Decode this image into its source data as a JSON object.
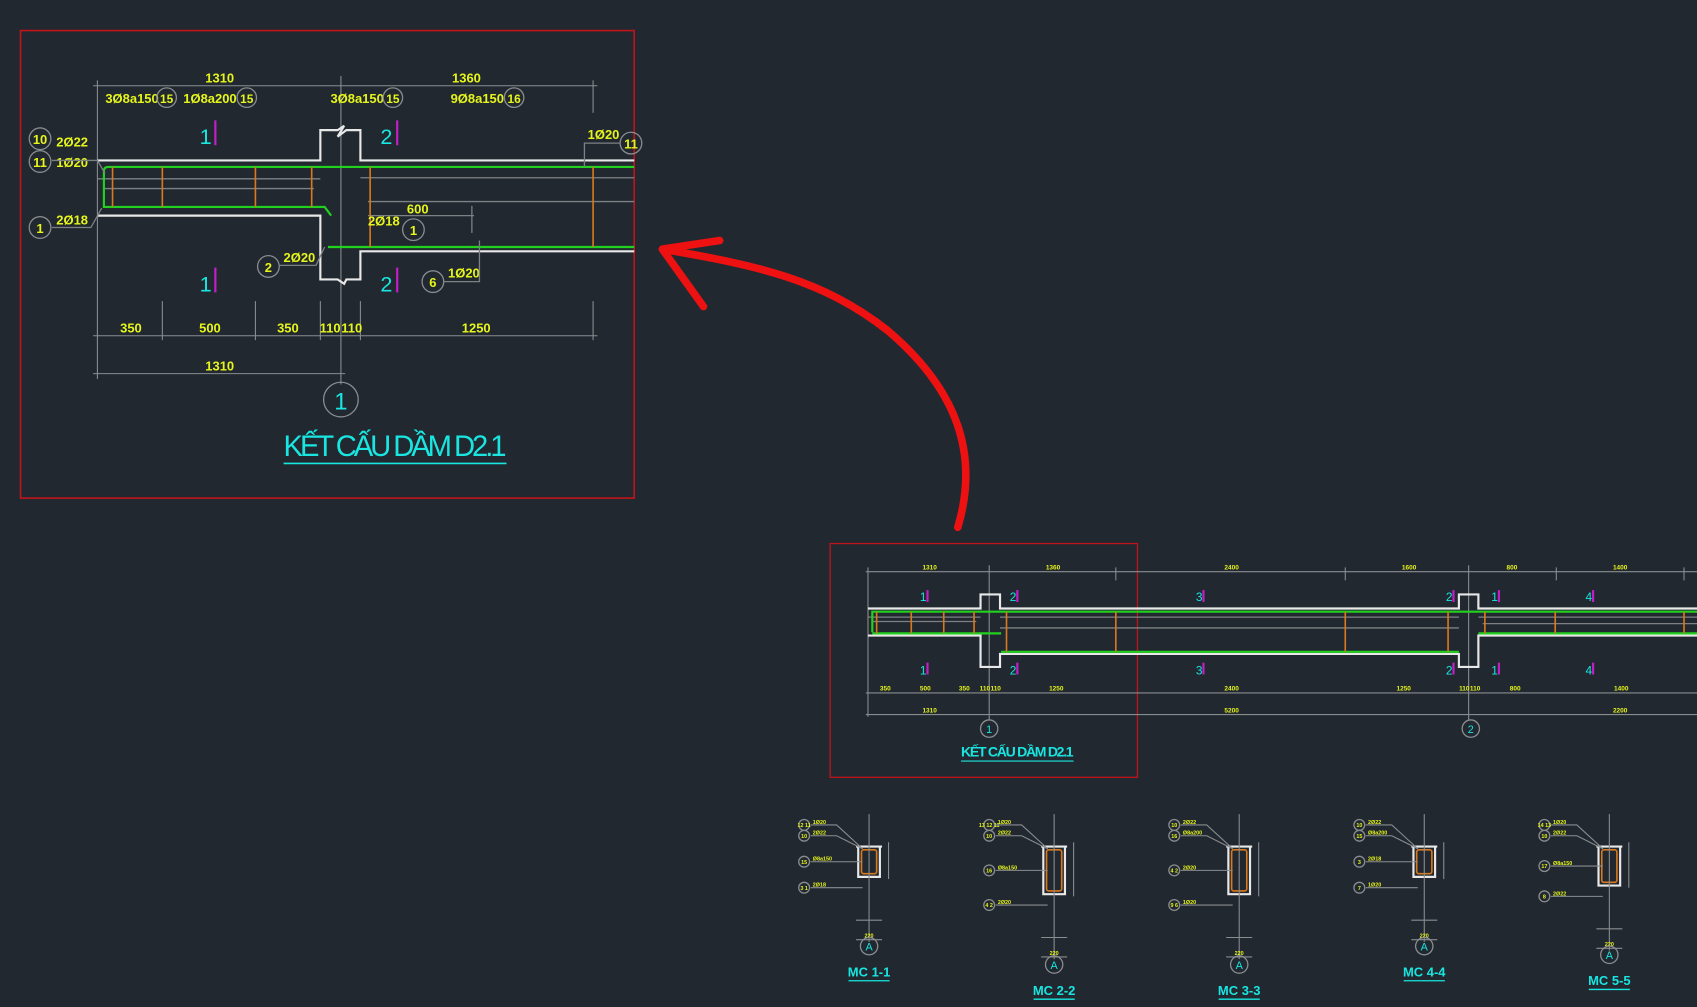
{
  "detail": {
    "title": "KẾT CẤU DẦM D2.1",
    "axis_label": "1",
    "top_dims": [
      "1310",
      "1360"
    ],
    "stirrups": [
      {
        "text": "3Ø8a150",
        "mark": "15"
      },
      {
        "text": "1Ø8a200",
        "mark": "15"
      },
      {
        "text": "3Ø8a150",
        "mark": "15"
      },
      {
        "text": "9Ø8a150",
        "mark": "16"
      }
    ],
    "section_marks": [
      "1",
      "2"
    ],
    "rebar_labels": [
      {
        "mark": "10",
        "text": "2Ø22"
      },
      {
        "mark": "11",
        "text": "1Ø20"
      },
      {
        "mark": "1",
        "text": "2Ø18"
      },
      {
        "mark": "2",
        "text": "2Ø20"
      },
      {
        "mark": "1",
        "text": "2Ø18"
      },
      {
        "mark": "6",
        "text": "1Ø20"
      },
      {
        "mark": "11",
        "text": "1Ø20"
      }
    ],
    "anchor_length": "600",
    "bottom_dims": [
      "350",
      "500",
      "350",
      "110",
      "110",
      "1250"
    ],
    "total_dim": "1310"
  },
  "overview": {
    "title": "KẾT CẤU DẦM D2.1",
    "axes": [
      "1",
      "2"
    ],
    "top_dims": [
      "1310",
      "1360",
      "2400",
      "1600",
      "800",
      "1400"
    ],
    "section_marks": [
      "1",
      "2",
      "3",
      "2",
      "1",
      "4"
    ],
    "bottom_dims": [
      "350",
      "500",
      "350",
      "110",
      "110",
      "1250",
      "2400",
      "1250",
      "110",
      "110",
      "800",
      "1400"
    ],
    "span_dims": [
      "1310",
      "5200",
      "2200"
    ]
  },
  "sections": [
    {
      "title": "MC 1-1",
      "axis": "A",
      "width": "220",
      "labels": [
        {
          "mark": "12 11",
          "text": "1Ø20"
        },
        {
          "mark": "10",
          "text": "2Ø22"
        },
        {
          "mark": "15",
          "text": "Ø8a150"
        },
        {
          "mark": "3 1",
          "text": "2Ø18"
        }
      ]
    },
    {
      "title": "MC 2-2",
      "axis": "A",
      "width": "220",
      "labels": [
        {
          "mark": "13 12 11",
          "text": "1Ø20"
        },
        {
          "mark": "10",
          "text": "2Ø22"
        },
        {
          "mark": "16",
          "text": "Ø8a150"
        },
        {
          "mark": "4 2",
          "text": "2Ø20"
        }
      ]
    },
    {
      "title": "MC 3-3",
      "axis": "A",
      "width": "220",
      "labels": [
        {
          "mark": "10",
          "text": "2Ø22"
        },
        {
          "mark": "16",
          "text": "Ø8a200"
        },
        {
          "mark": "4 2",
          "text": "2Ø20"
        },
        {
          "mark": "9 6",
          "text": "1Ø20"
        }
      ]
    },
    {
      "title": "MC 4-4",
      "axis": "A",
      "width": "220",
      "labels": [
        {
          "mark": "10",
          "text": "2Ø22"
        },
        {
          "mark": "15",
          "text": "Ø8a200"
        },
        {
          "mark": "3",
          "text": "2Ø18"
        },
        {
          "mark": "7",
          "text": "1Ø20"
        }
      ]
    },
    {
      "title": "MC 5-5",
      "axis": "A",
      "width": "220",
      "labels": [
        {
          "mark": "14 13",
          "text": "1Ø20"
        },
        {
          "mark": "10",
          "text": "2Ø22"
        },
        {
          "mark": "17",
          "text": "Ø8a150"
        },
        {
          "mark": "8",
          "text": "2Ø22"
        }
      ]
    }
  ],
  "colors": {
    "background": "#212830",
    "frame": "#c0141a",
    "annotation": "#e6f51a",
    "title": "#19e6e0",
    "rebar": "#22d11e",
    "stirrup": "#d9781c",
    "arrow": "#ee1111"
  }
}
